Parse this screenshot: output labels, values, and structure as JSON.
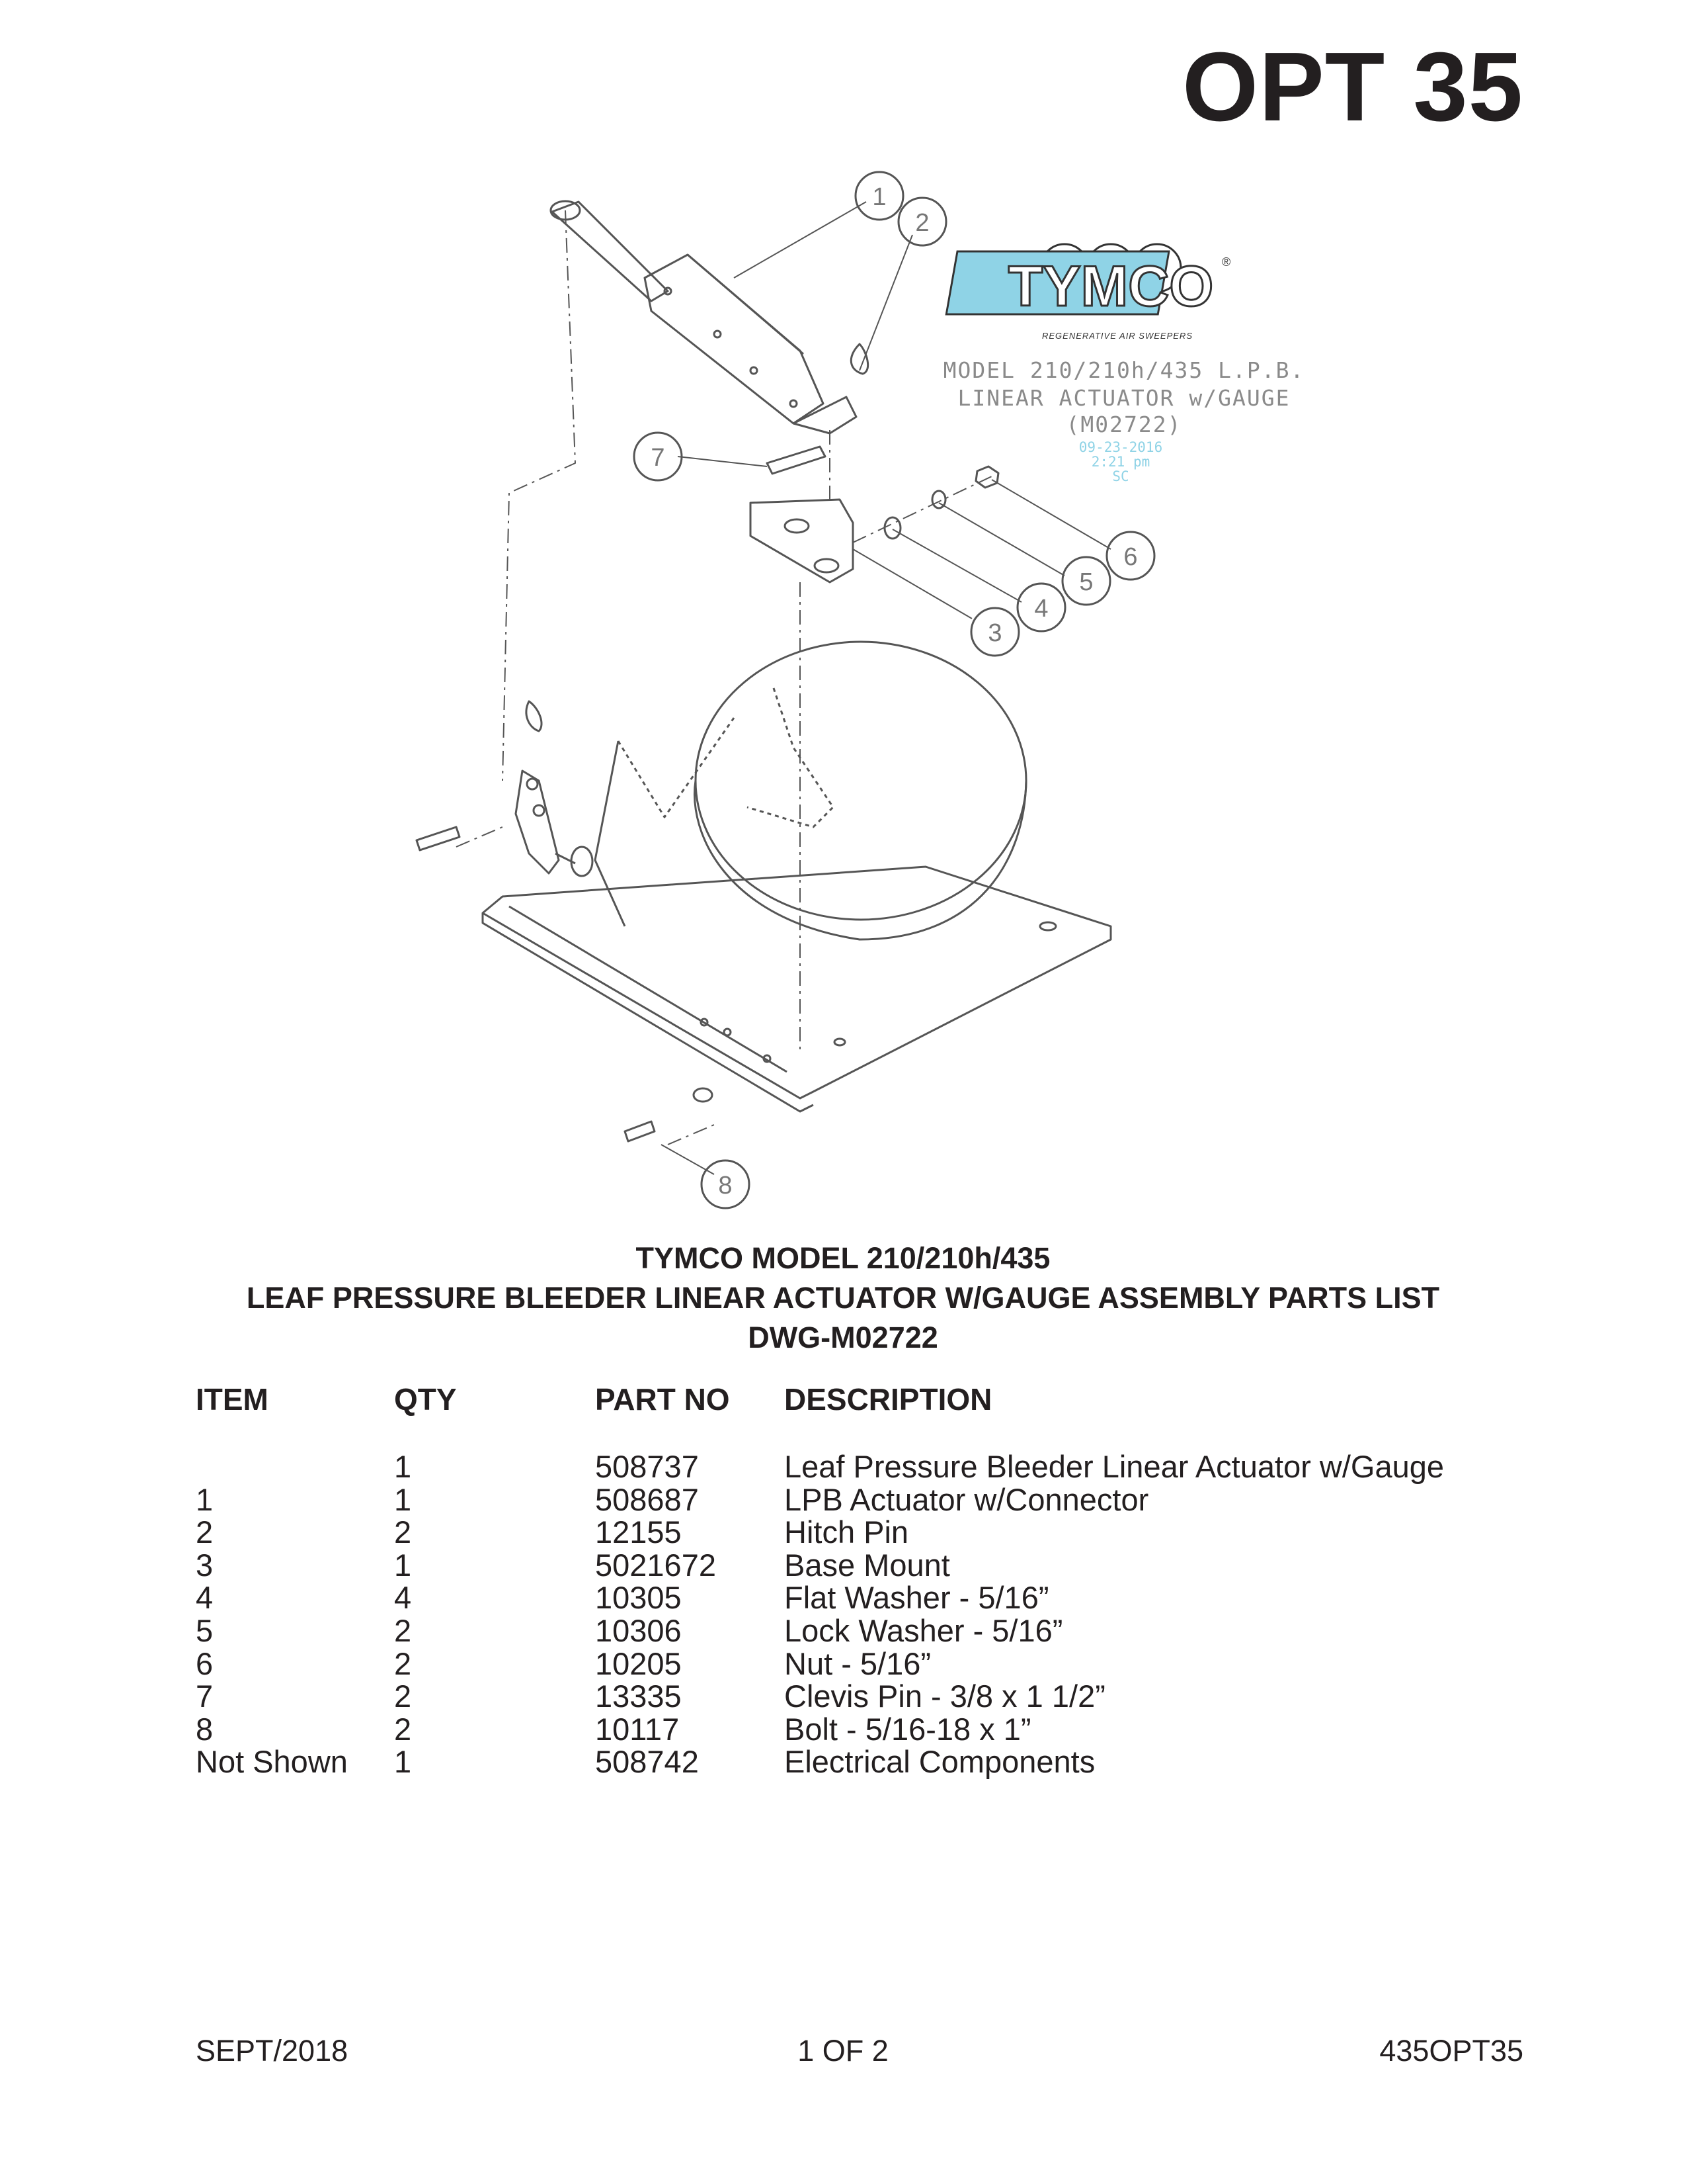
{
  "header": {
    "option_label": "OPT 35"
  },
  "logo": {
    "brand": "TYMCO",
    "tagline": "REGENERATIVE AIR SWEEPERS",
    "registered": "®"
  },
  "drawing_stamp": {
    "line1": "MODEL 210/210h/435 L.P.B.",
    "line2": "LINEAR ACTUATOR w/GAUGE",
    "line3": "(M02722)",
    "date": "09-23-2016",
    "time": "2:21 pm",
    "initials": "SC"
  },
  "callouts": [
    "1",
    "2",
    "3",
    "4",
    "5",
    "6",
    "7",
    "8"
  ],
  "title": {
    "line1": "TYMCO MODEL 210/210h/435",
    "line2": "LEAF PRESSURE BLEEDER LINEAR ACTUATOR W/GAUGE ASSEMBLY PARTS LIST",
    "line3": "DWG-M02722"
  },
  "table": {
    "headers": {
      "item": "ITEM",
      "qty": "QTY",
      "part_no": "PART NO",
      "description": "DESCRIPTION"
    },
    "rows": [
      {
        "item": "",
        "qty": "1",
        "part_no": "508737",
        "description": "Leaf Pressure Bleeder Linear Actuator w/Gauge"
      },
      {
        "item": "1",
        "qty": "1",
        "part_no": "508687",
        "description": "LPB Actuator w/Connector"
      },
      {
        "item": "2",
        "qty": "2",
        "part_no": "12155",
        "description": "Hitch Pin"
      },
      {
        "item": "3",
        "qty": "1",
        "part_no": "5021672",
        "description": "Base Mount"
      },
      {
        "item": "4",
        "qty": "4",
        "part_no": "10305",
        "description": "Flat Washer - 5/16”"
      },
      {
        "item": "5",
        "qty": "2",
        "part_no": "10306",
        "description": "Lock Washer - 5/16”"
      },
      {
        "item": "6",
        "qty": "2",
        "part_no": "10205",
        "description": "Nut - 5/16”"
      },
      {
        "item": "7",
        "qty": "2",
        "part_no": "13335",
        "description": "Clevis Pin - 3/8 x 1 1/2”"
      },
      {
        "item": "8",
        "qty": "2",
        "part_no": "10117",
        "description": "Bolt - 5/16-18 x 1”"
      },
      {
        "item": "Not Shown",
        "qty": "1",
        "part_no": "508742",
        "description": "Electrical Components"
      }
    ]
  },
  "footer": {
    "date": "SEPT/2018",
    "page": "1 OF 2",
    "code": "435OPT35"
  },
  "colors": {
    "ink": "#231f20",
    "logo_blue": "#8fd3e6",
    "line_gray": "#555555"
  }
}
